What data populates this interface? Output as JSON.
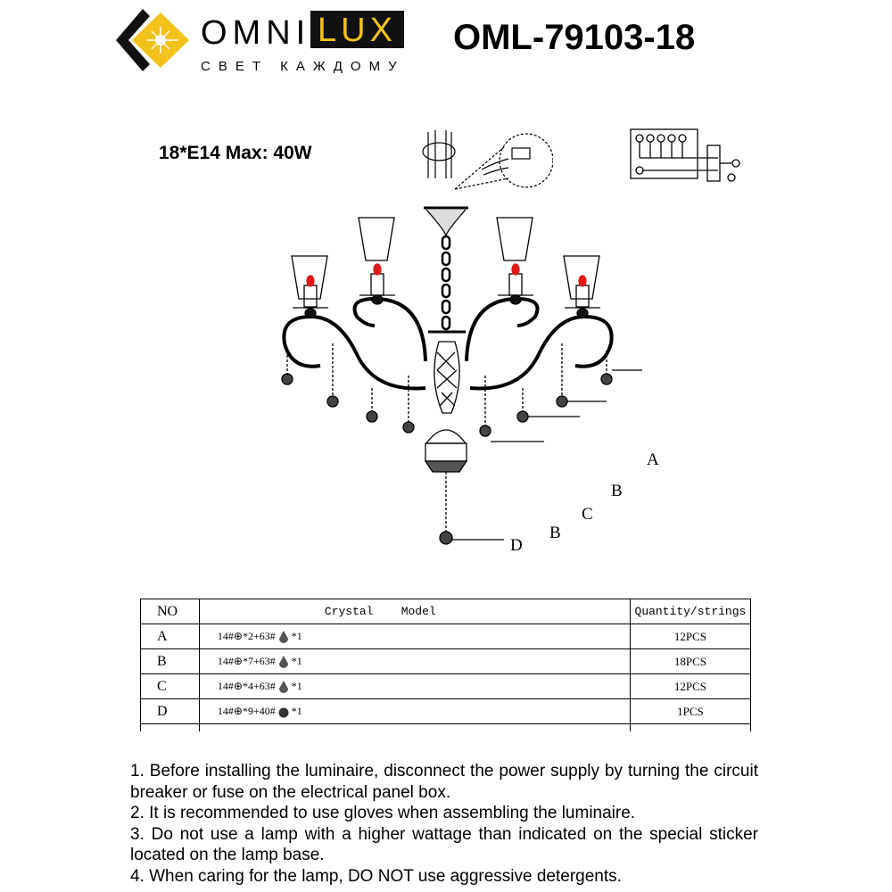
{
  "header": {
    "brand_left": "OMNI",
    "brand_right": "LUX",
    "tagline": "СВЕТ КАЖДОМУ",
    "model_number": "OML-79103-18",
    "colors": {
      "brand_yellow": "#f2c21a",
      "brand_black": "#111111"
    }
  },
  "spec": {
    "bulbs": "18*E14 Max: 40W"
  },
  "diagram": {
    "icons": [
      "installation-detail-icon",
      "wiring-diagram-icon",
      "chandelier-drawing"
    ],
    "callouts": [
      "A",
      "B",
      "C",
      "B",
      "D"
    ],
    "bulb_color": "#e01818"
  },
  "table": {
    "headers": {
      "no": "NO",
      "model": "Crystal    Model",
      "qty": "Quantity/strings"
    },
    "rows": [
      {
        "no": "A",
        "model_pre": "14#",
        "model_mid": "*2+63#",
        "model_post": "*1",
        "qty": "12PCS"
      },
      {
        "no": "B",
        "model_pre": "14#",
        "model_mid": "*7+63#",
        "model_post": "*1",
        "qty": "18PCS"
      },
      {
        "no": "C",
        "model_pre": "14#",
        "model_mid": "*4+63#",
        "model_post": "*1",
        "qty": "12PCS"
      },
      {
        "no": "D",
        "model_pre": "14#",
        "model_mid": "*9+40#",
        "model_post": "*1",
        "qty": "1PCS"
      }
    ]
  },
  "notes": [
    "1. Before installing the luminaire, disconnect the power supply by turning the circuit breaker or fuse on the electrical panel box.",
    "2. It is recommended to use gloves when assembling the luminaire.",
    "3. Do not use a lamp with a higher wattage than indicated on the special sticker located on the lamp base.",
    "4. When caring for the lamp, DO NOT use aggressive detergents."
  ]
}
